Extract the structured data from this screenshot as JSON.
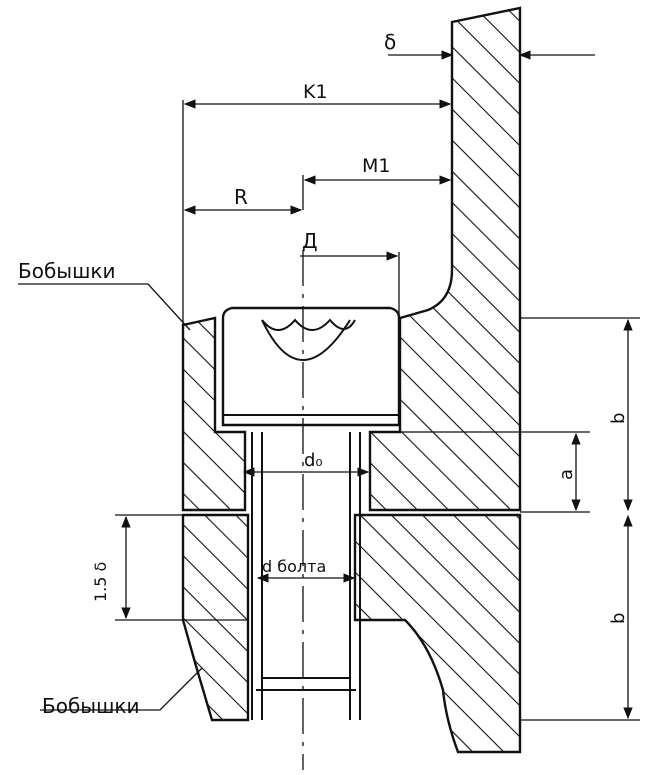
{
  "labels": {
    "delta": "δ",
    "k1": "K1",
    "m1": "M1",
    "r": "R",
    "d_head": "Д",
    "d_hole": "d₀",
    "a": "a",
    "b_upper": "b",
    "b_lower": "b",
    "one_five_delta": "1.5 δ",
    "d_bolt": "d болта",
    "boss_upper": "Бобышки",
    "boss_lower": "Бобышки"
  },
  "colors": {
    "ink": "#111111",
    "background": "#ffffff"
  }
}
